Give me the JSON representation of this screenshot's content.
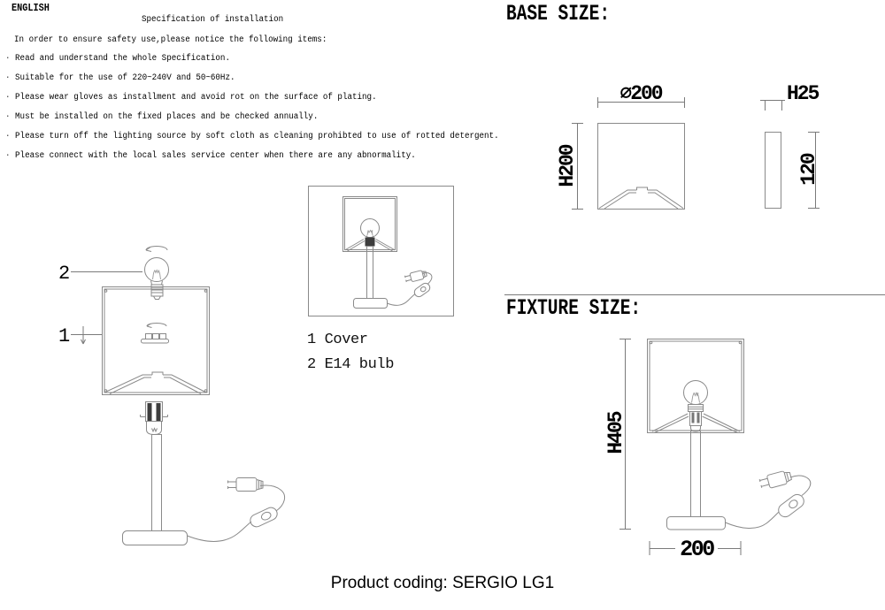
{
  "header": {
    "language": "ENGLISH",
    "title": "Specification of installation",
    "intro": "In order to ensure safety use,please notice the following items:",
    "items": [
      "Read and understand the whole Specification.",
      "Suitable for the use of 220~240V and 50~60Hz.",
      "Please wear gloves as installment and avoid rot on the surface of plating.",
      "Must be installed on the fixed places and be checked annually.",
      "Please turn off the lighting source by soft cloth as cleaning prohibted to use of rotted detergent.",
      "Please connect with the local sales service center when there are any abnormality."
    ]
  },
  "base_size": {
    "heading": "BASE SIZE:",
    "diameter": "⌀200",
    "height": "H200",
    "side_thickness": "H25",
    "side_height": "120"
  },
  "fixture_size": {
    "heading": "FIXTURE SIZE:",
    "height": "H405",
    "base_width": "200"
  },
  "parts": {
    "label_bulb": "2",
    "label_cover": "1",
    "legend_cover": "1 Cover",
    "legend_bulb": "2 E14 bulb"
  },
  "footer": {
    "product_coding": "Product coding: SERGIO LG1"
  }
}
